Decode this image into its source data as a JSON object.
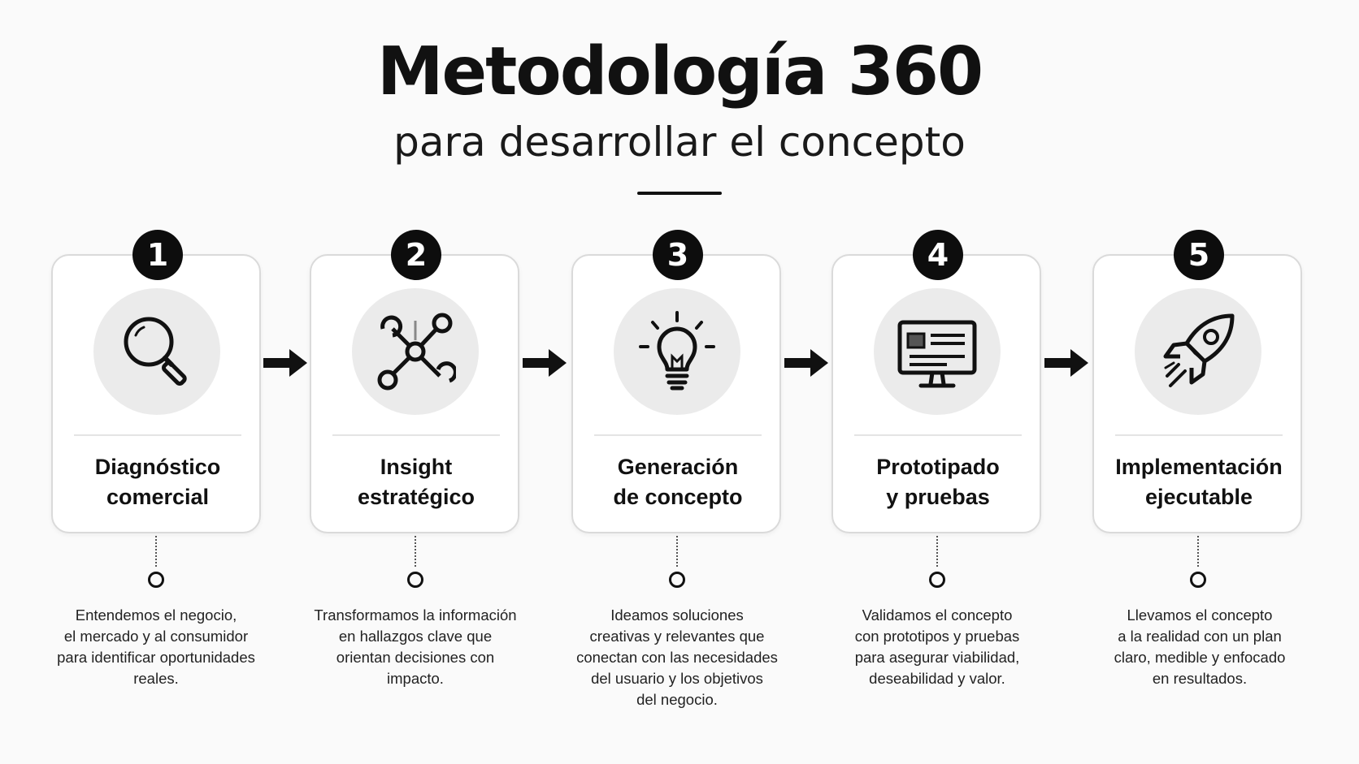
{
  "header": {
    "title": "Metodología 360",
    "subtitle": "para desarrollar el concepto"
  },
  "steps": [
    {
      "number": "1",
      "icon": "magnifier-icon",
      "title_lines": [
        "Diagnóstico",
        "comercial"
      ],
      "desc_lines": [
        "Entendemos el negocio,",
        "el mercado y al consumidor",
        "para identificar oportunidades",
        "reales."
      ]
    },
    {
      "number": "2",
      "icon": "network-icon",
      "title_lines": [
        "Insight",
        "estratégico"
      ],
      "desc_lines": [
        "Transformamos la información",
        "en hallazgos clave que",
        "orientan decisiones con",
        "impacto."
      ]
    },
    {
      "number": "3",
      "icon": "lightbulb-icon",
      "title_lines": [
        "Generación",
        "de concepto"
      ],
      "desc_lines": [
        "Ideamos soluciones",
        "creativas y relevantes que",
        "conectan con las necesidades",
        "del usuario y los objetivos",
        "del negocio."
      ]
    },
    {
      "number": "4",
      "icon": "monitor-icon",
      "title_lines": [
        "Prototipado",
        "y pruebas"
      ],
      "desc_lines": [
        "Validamos el concepto",
        "con prototipos y pruebas",
        "para asegurar viabilidad,",
        "deseabilidad y valor."
      ]
    },
    {
      "number": "5",
      "icon": "rocket-icon",
      "title_lines": [
        "Implementación",
        "ejecutable"
      ],
      "desc_lines": [
        "Llevamos el concepto",
        "a la realidad con un plan",
        "claro, medible y enfocado",
        "en resultados."
      ]
    }
  ],
  "colors": {
    "background": "#fafafa",
    "ink": "#111111",
    "icon_bg": "#ebebeb",
    "card_border": "#dadada"
  }
}
